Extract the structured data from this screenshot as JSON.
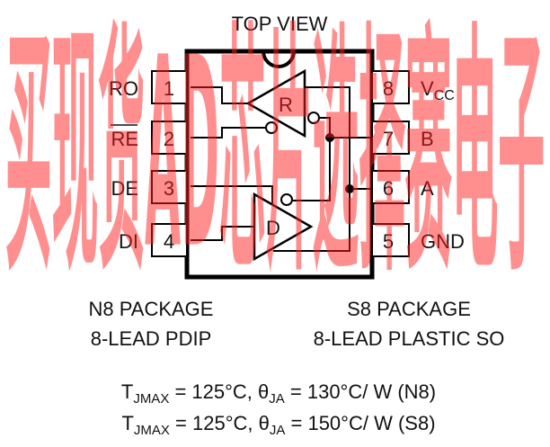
{
  "title": "TOP VIEW",
  "pins_left": [
    {
      "num": "1",
      "name": "RO"
    },
    {
      "num": "2",
      "name": "RE"
    },
    {
      "num": "3",
      "name": "DE"
    },
    {
      "num": "4",
      "name": "DI"
    }
  ],
  "pins_right": [
    {
      "num": "8",
      "name": "V",
      "sub": "CC"
    },
    {
      "num": "7",
      "name": "B"
    },
    {
      "num": "6",
      "name": "A"
    },
    {
      "num": "5",
      "name": "GND"
    }
  ],
  "receiver_label": "R",
  "driver_label": "D",
  "packages": {
    "left": {
      "line1": "N8 PACKAGE",
      "line2": "8-LEAD PDIP"
    },
    "right": {
      "line1": "S8 PACKAGE",
      "line2": "8-LEAD PLASTIC SO"
    }
  },
  "thermal": [
    {
      "t": "T",
      "tsub": "JMAX",
      "mid": " = 125°C, θ",
      "thsub": "JA",
      "end": " = 130°C/ W (N8)"
    },
    {
      "t": "T",
      "tsub": "JMAX",
      "mid": " = 125°C, θ",
      "thsub": "JA",
      "end": " = 150°C/ W (S8)"
    }
  ],
  "watermark": "买现货AD芯片选择赛电子"
}
